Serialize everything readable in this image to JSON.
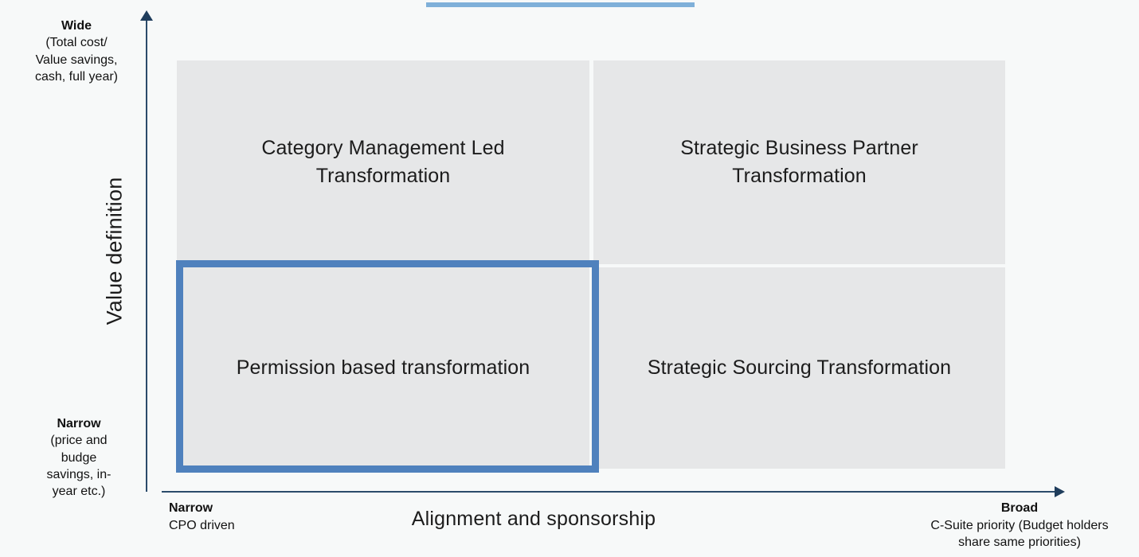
{
  "page": {
    "background_color": "#f7f9f9",
    "accent_bar_color": "#7fb0d9",
    "panel_color": "#e6e7e8",
    "highlight_color": "#4f81bd",
    "axis_color": "#2b4b6b"
  },
  "chart_data": {
    "type": "matrix",
    "title": "",
    "xlabel": "Alignment and sponsorship",
    "ylabel": "Value definition",
    "x_axis": {
      "title": "Alignment and sponsorship",
      "low_label": "Narrow",
      "low_sub": "CPO driven",
      "high_label": "Broad",
      "high_sub": "C-Suite priority (Budget holders share same priorities)"
    },
    "y_axis": {
      "title": "Value definition",
      "high_label": "Wide",
      "high_sub": "(Total cost/ Value savings, cash, full year)",
      "low_label": "Narrow",
      "low_sub": "(price and budge savings, in-year etc.)"
    },
    "quadrants": [
      {
        "id": "top-left",
        "label": "Category Management Led Transformation",
        "x": "narrow",
        "y": "wide",
        "highlighted": false
      },
      {
        "id": "top-right",
        "label": "Strategic Business Partner Transformation",
        "x": "broad",
        "y": "wide",
        "highlighted": false
      },
      {
        "id": "bottom-left",
        "label": "Permission based transformation",
        "x": "narrow",
        "y": "narrow",
        "highlighted": true
      },
      {
        "id": "bottom-right",
        "label": "Strategic Sourcing Transformation",
        "x": "broad",
        "y": "narrow",
        "highlighted": false
      }
    ],
    "legend": [],
    "grid": false
  },
  "y_labels": {
    "top_strong": "Wide",
    "top_line1": "(Total cost/",
    "top_line2": "Value savings,",
    "top_line3": "cash, full year)",
    "bottom_strong": "Narrow",
    "bottom_line1": "(price and",
    "bottom_line2": "budge",
    "bottom_line3": "savings, in-",
    "bottom_line4": "year etc.)",
    "title": "Value definition"
  },
  "x_labels": {
    "title": "Alignment and sponsorship",
    "left_strong": "Narrow",
    "left_sub": "CPO driven",
    "right_strong": "Broad",
    "right_line1": "C-Suite priority (Budget holders",
    "right_line2": "share same priorities)"
  }
}
